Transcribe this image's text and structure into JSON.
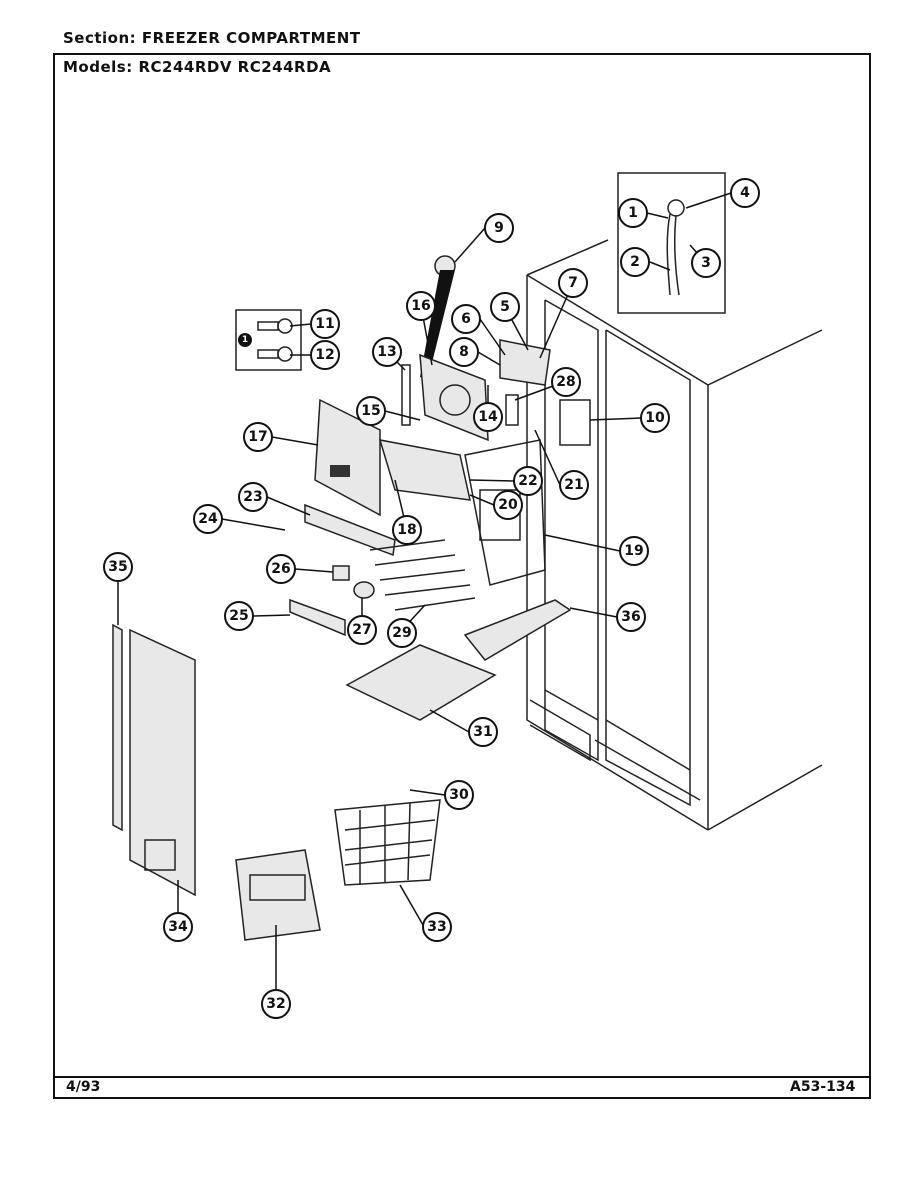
{
  "header": {
    "section_label": "Section:",
    "section_value": "FREEZER COMPARTMENT",
    "models_label": "Models:",
    "models_value": "RC244RDV RC244RDA"
  },
  "footer": {
    "date": "4/93",
    "code": "A53-134"
  },
  "callouts": [
    "1",
    "2",
    "3",
    "4",
    "5",
    "6",
    "7",
    "8",
    "9",
    "10",
    "11",
    "12",
    "13",
    "14",
    "15",
    "16",
    "17",
    "18",
    "19",
    "20",
    "21",
    "22",
    "23",
    "24",
    "25",
    "26",
    "27",
    "28",
    "29",
    "30",
    "31",
    "32",
    "33",
    "34",
    "35",
    "36"
  ],
  "legend_marker": "1"
}
